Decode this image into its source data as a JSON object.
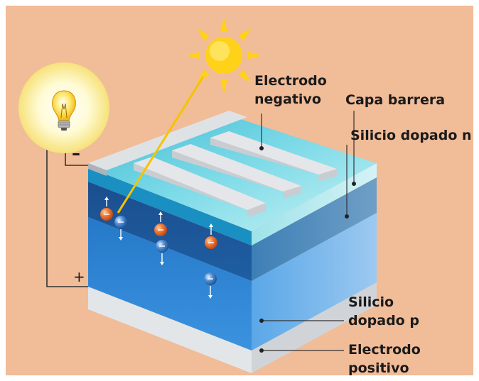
{
  "labels": {
    "negative_electrode": [
      "Electrodo",
      "negativo"
    ],
    "barrier_layer": "Capa barrera",
    "n_doped_silicon": "Silicio dopado n",
    "p_doped_silicon": [
      "Silicio",
      "dopado p"
    ],
    "positive_electrode": [
      "Electrodo",
      "positivo"
    ]
  },
  "terminals": {
    "minus": "–",
    "plus": "+"
  },
  "colors": {
    "background": "#f1bc98",
    "frame": "#ffffff",
    "sun": "#ffd21a",
    "light_glow": "#fff6b8",
    "n_layer": "#1f5fa4",
    "p_layer": "#2f86d6",
    "barrier_top": "#8ee2ec",
    "electrode": "#d7dadd",
    "hole_particle": "#e0622a",
    "electron_particle": "#2e6db8"
  },
  "icons": [
    "sun-icon",
    "light-bulb-icon",
    "electron-icon",
    "hole-icon",
    "arrow-up-icon",
    "arrow-down-icon"
  ]
}
